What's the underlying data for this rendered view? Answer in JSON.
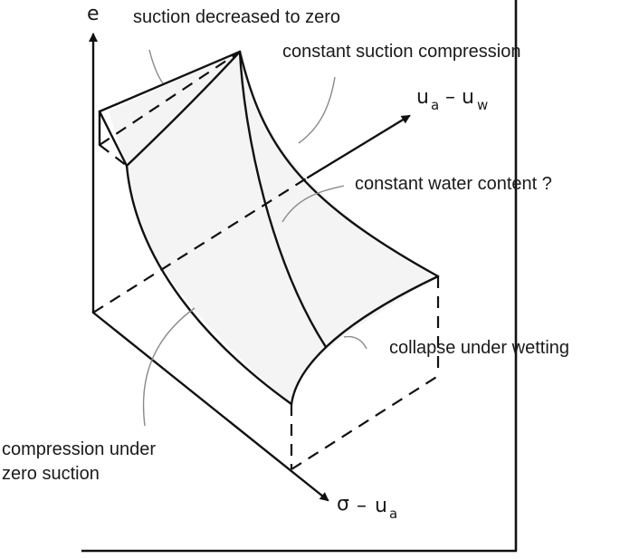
{
  "axes": {
    "vertical": "e",
    "depth_main": "u",
    "depth_sub_a": "a",
    "depth_sep": "–",
    "depth_main2": "u",
    "depth_sub_w": "w",
    "horizontal_main": "σ",
    "horizontal_sep": "–",
    "horizontal_u": "u",
    "horizontal_sub_a": "a"
  },
  "labels": {
    "suction_zero": "suction decreased to zero",
    "constant_suction": "constant suction compression",
    "constant_water": "constant water content ?",
    "collapse": "collapse under wetting",
    "compression_zero_line1": "compression under",
    "compression_zero_line2": "zero suction"
  },
  "icons": {
    "vertical_arrow": "arrow-up-icon",
    "depth_arrow": "arrow-diagonal-icon",
    "horizontal_arrow": "arrow-down-right-icon"
  }
}
